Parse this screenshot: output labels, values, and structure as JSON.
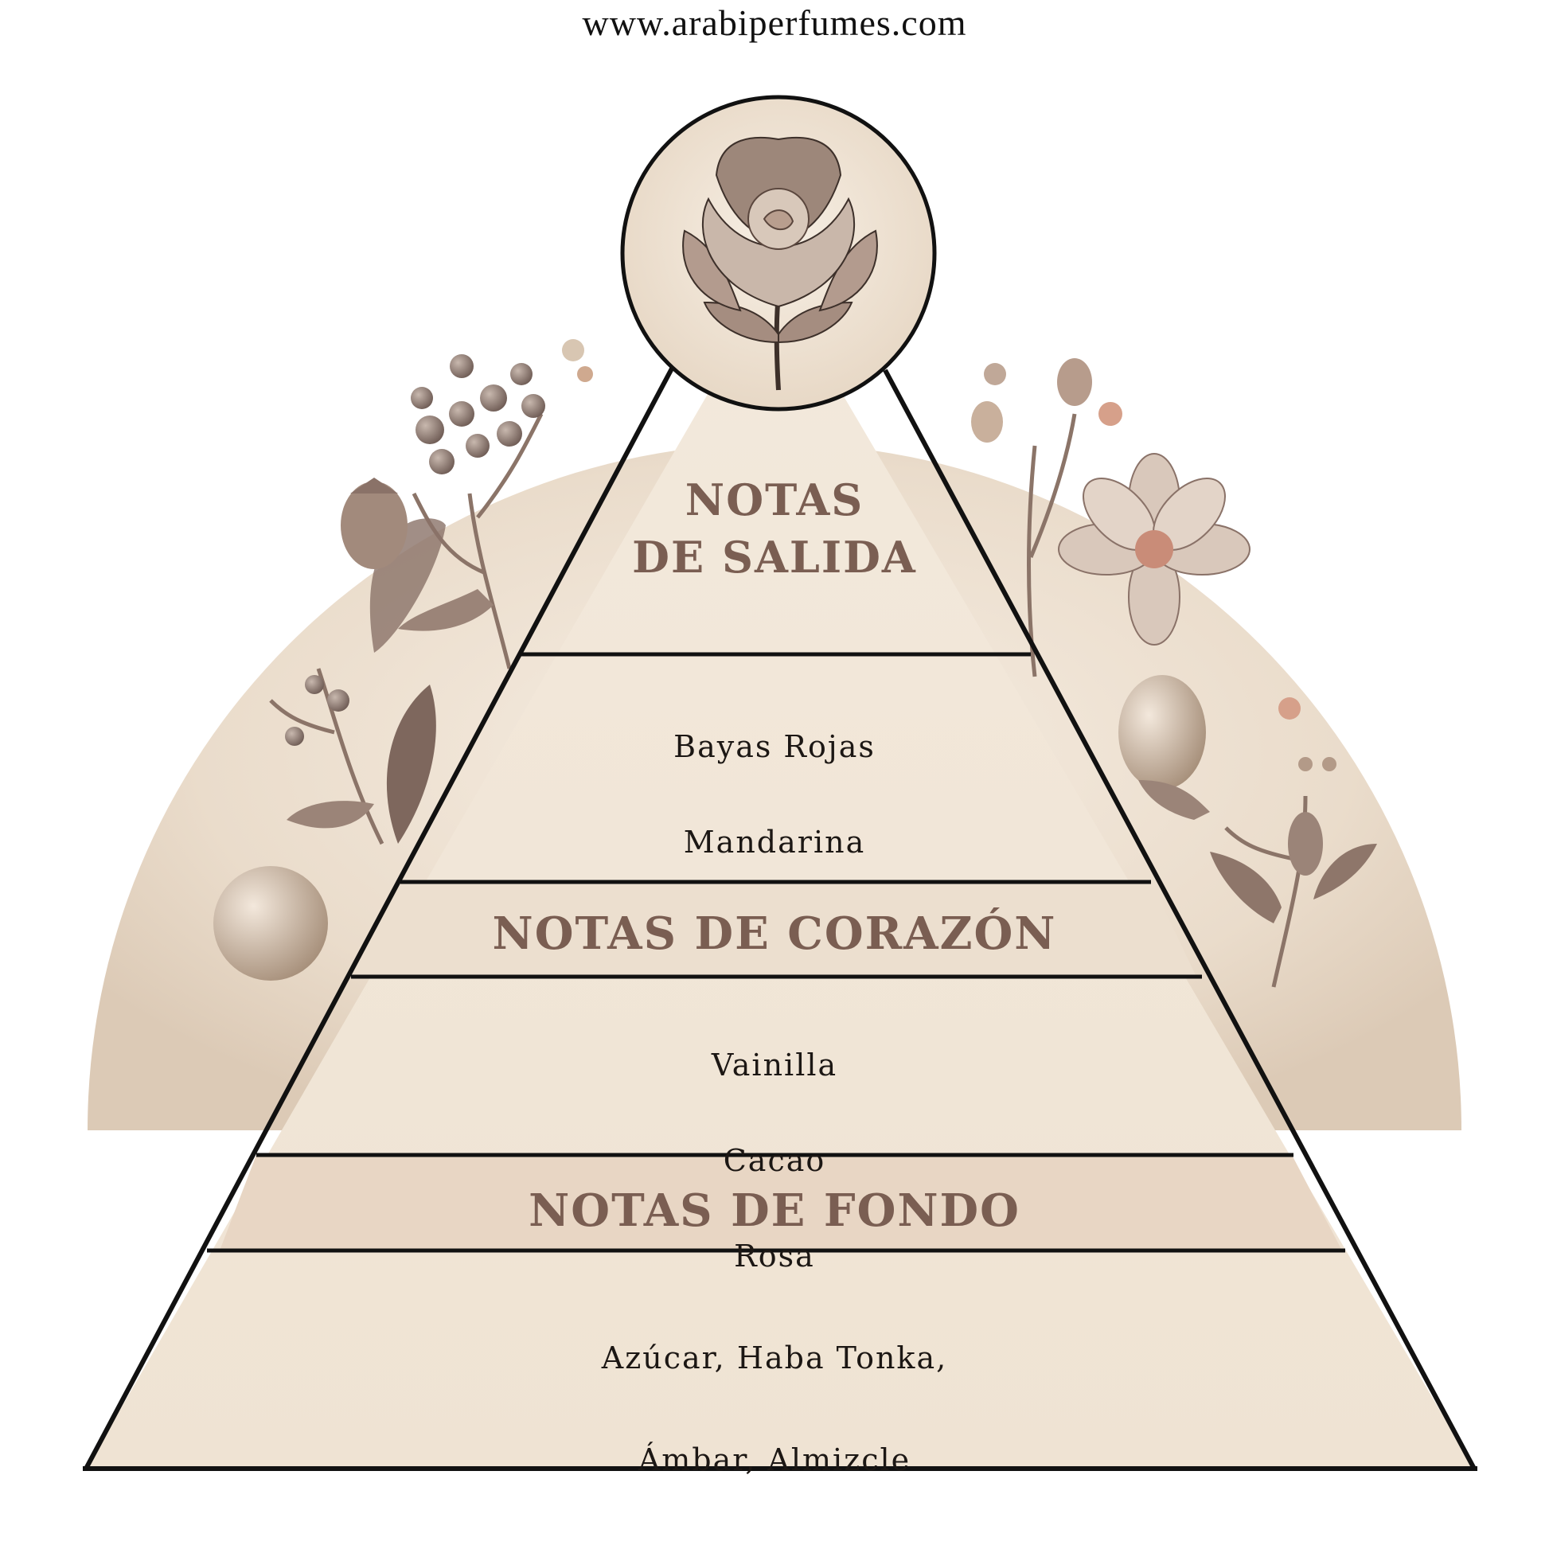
{
  "header": {
    "website": "www.arabiperfumes.com"
  },
  "pyramid": {
    "top": {
      "title": "NOTAS\nDE  SALIDA",
      "notes": [
        "Bayas Rojas",
        "Mandarina"
      ]
    },
    "middle": {
      "title": "NOTAS DE CORAZÓN",
      "notes": [
        "Vainilla",
        "Cacao",
        "Rosa"
      ]
    },
    "base": {
      "title": "NOTAS DE FONDO",
      "notes": [
        "Azúcar, Haba Tonka,",
        "Ámbar, Almizcle"
      ]
    }
  },
  "icons": {
    "emblem": "rose-icon",
    "left_decoration": "botanical-berries-icon",
    "right_decoration": "botanical-flower-icon"
  },
  "colors": {
    "background": "#ffffff",
    "arch_fill": "#ece0d2",
    "pyramid_fill": "#f1e6d8",
    "band_fill": "#ead9c8",
    "heading_text": "#7a5e52",
    "outline": "#111111"
  }
}
